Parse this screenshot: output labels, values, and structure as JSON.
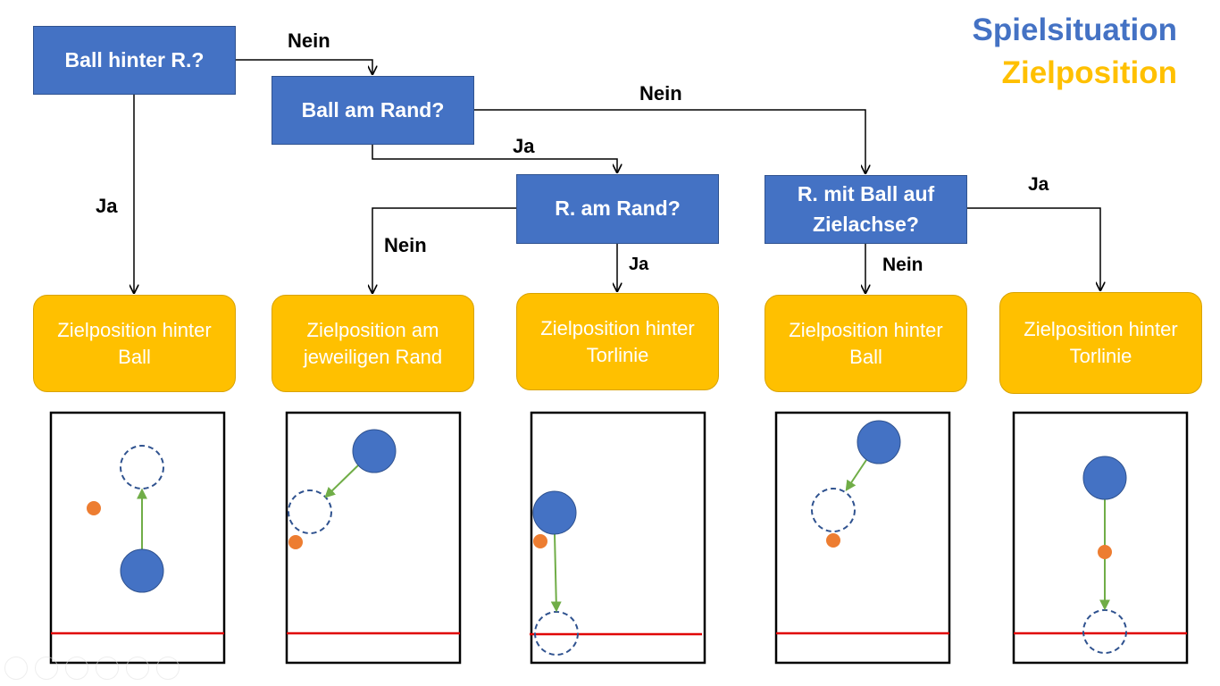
{
  "legend": {
    "spielsituation": "Spielsituation",
    "zielposition": "Zielposition"
  },
  "colors": {
    "question_fill": "#4472C4",
    "result_fill": "#FFC000",
    "robot": "#4472C4",
    "ball": "#ED7D31",
    "goal_line": "#E00000",
    "move_arrow": "#70AD47",
    "spielsituation_text": "#4472C4",
    "zielposition_text": "#FFC000"
  },
  "questions": {
    "q1": "Ball hinter R.?",
    "q2": "Ball am Rand?",
    "q3": "R. am Rand?",
    "q4_line1": "R. mit Ball auf",
    "q4_line2": "Zielachse?"
  },
  "edge_labels": {
    "q1_yes": "Ja",
    "q1_no": "Nein",
    "q2_no": "Nein",
    "q2_yes": "Ja",
    "q3_no": "Nein",
    "q3_yes": "Ja",
    "q4_no": "Nein",
    "q4_yes": "Ja"
  },
  "results": {
    "r1_line1": "Zielposition hinter",
    "r1_line2": "Ball",
    "r2_line1": "Zielposition am",
    "r2_line2": "jeweiligen Rand",
    "r3_line1": "Zielposition hinter",
    "r3_line2": "Torlinie",
    "r4_line1": "Zielposition hinter",
    "r4_line2": "Ball",
    "r5_line1": "Zielposition hinter",
    "r5_line2": "Torlinie"
  },
  "toolbar_icons": [
    "prev-icon",
    "next-icon",
    "pen-icon",
    "slides-icon",
    "zoom-icon",
    "more-icon"
  ]
}
